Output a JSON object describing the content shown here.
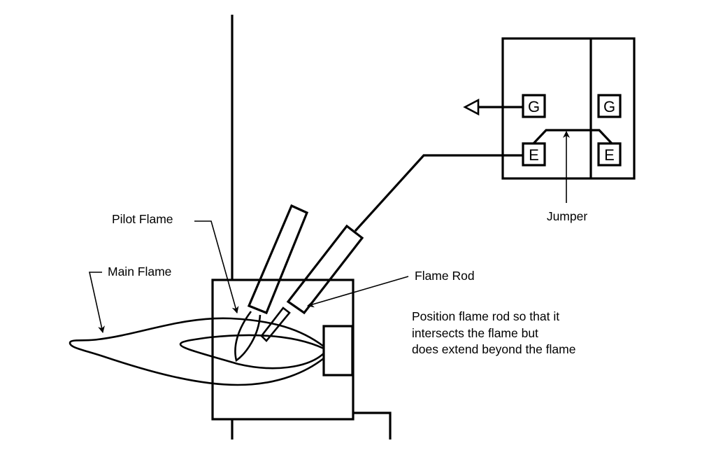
{
  "diagram": {
    "title": "Flame rod positioning diagram",
    "colors": {
      "line": "#000000",
      "background": "#ffffff"
    },
    "labels": {
      "pilot_flame": "Pilot Flame",
      "main_flame": "Main Flame",
      "flame_rod": "Flame Rod",
      "jumper": "Jumper"
    },
    "note": {
      "lines": [
        "Position flame rod so that it",
        "intersects the flame but",
        "does extend beyond the flame"
      ]
    },
    "control_box": {
      "terminals": [
        {
          "id": "left-g",
          "label": "G"
        },
        {
          "id": "right-g",
          "label": "G"
        },
        {
          "id": "left-e",
          "label": "E"
        },
        {
          "id": "right-e",
          "label": "E"
        }
      ]
    }
  }
}
